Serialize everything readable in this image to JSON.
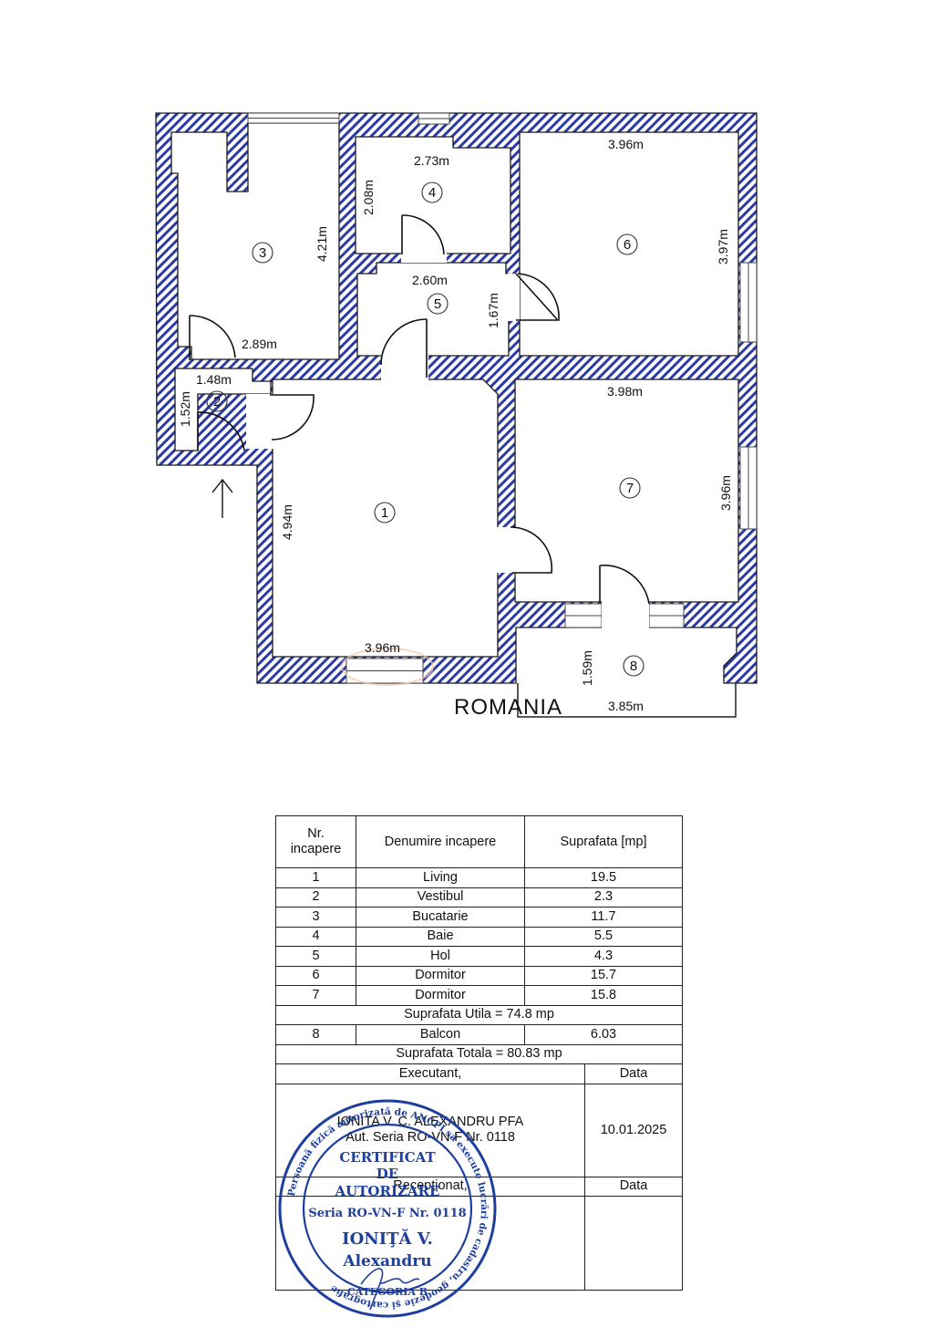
{
  "watermark": "ROMANIA",
  "dimensions": [
    "3.96m",
    "2.73m",
    "2.08m",
    "4.21m",
    "3.97m",
    "2.60m",
    "1.67m",
    "2.89m",
    "1.48m",
    "1.52m",
    "3.98m",
    "3.96m",
    "4.94m",
    "3.96m",
    "1.59m",
    "3.85m"
  ],
  "rooms": [
    "1",
    "2",
    "3",
    "4",
    "5",
    "6",
    "7",
    "8"
  ],
  "table": {
    "headers": {
      "nr": "Nr.\nincapere",
      "name": "Denumire incapere",
      "area": "Suprafata [mp]"
    },
    "rows": [
      {
        "nr": "1",
        "name": "Living",
        "area": "19.5"
      },
      {
        "nr": "2",
        "name": "Vestibul",
        "area": "2.3"
      },
      {
        "nr": "3",
        "name": "Bucatarie",
        "area": "11.7"
      },
      {
        "nr": "4",
        "name": "Baie",
        "area": "5.5"
      },
      {
        "nr": "5",
        "name": "Hol",
        "area": "4.3"
      },
      {
        "nr": "6",
        "name": "Dormitor",
        "area": "15.7"
      },
      {
        "nr": "7",
        "name": "Dormitor",
        "area": "15.8"
      }
    ],
    "useful_area": "Suprafata Utila = 74.8 mp",
    "balcony": {
      "nr": "8",
      "name": "Balcon",
      "area": "6.03"
    },
    "total_area": "Suprafata Totala = 80.83 mp",
    "executant_label": "Executant,",
    "data_label": "Data",
    "executant_name": "IONITA V. C. ALEXANDRU PFA",
    "authorization": "Aut. Seria RO-VN-F Nr. 0118",
    "date": "10.01.2025",
    "receptionat_label": "Receptionat,",
    "data_label_2": "Data"
  },
  "stamp": {
    "ring_text": "Persoană fizică autorizată de ANCPI să execute lucrări de cadastru, geodezie şi cartografie",
    "lines": [
      "CERTIFICAT",
      "DE",
      "AUTORIZARE",
      "Seria RO-VN-F Nr. 0118",
      "IONIŢĂ V.",
      "Alexandru"
    ],
    "category": "CATEGORIA B",
    "color": "#1e3f9e"
  },
  "colors": {
    "hatch": "#2b3aa6",
    "wall_outline": "#1a1a1a"
  }
}
